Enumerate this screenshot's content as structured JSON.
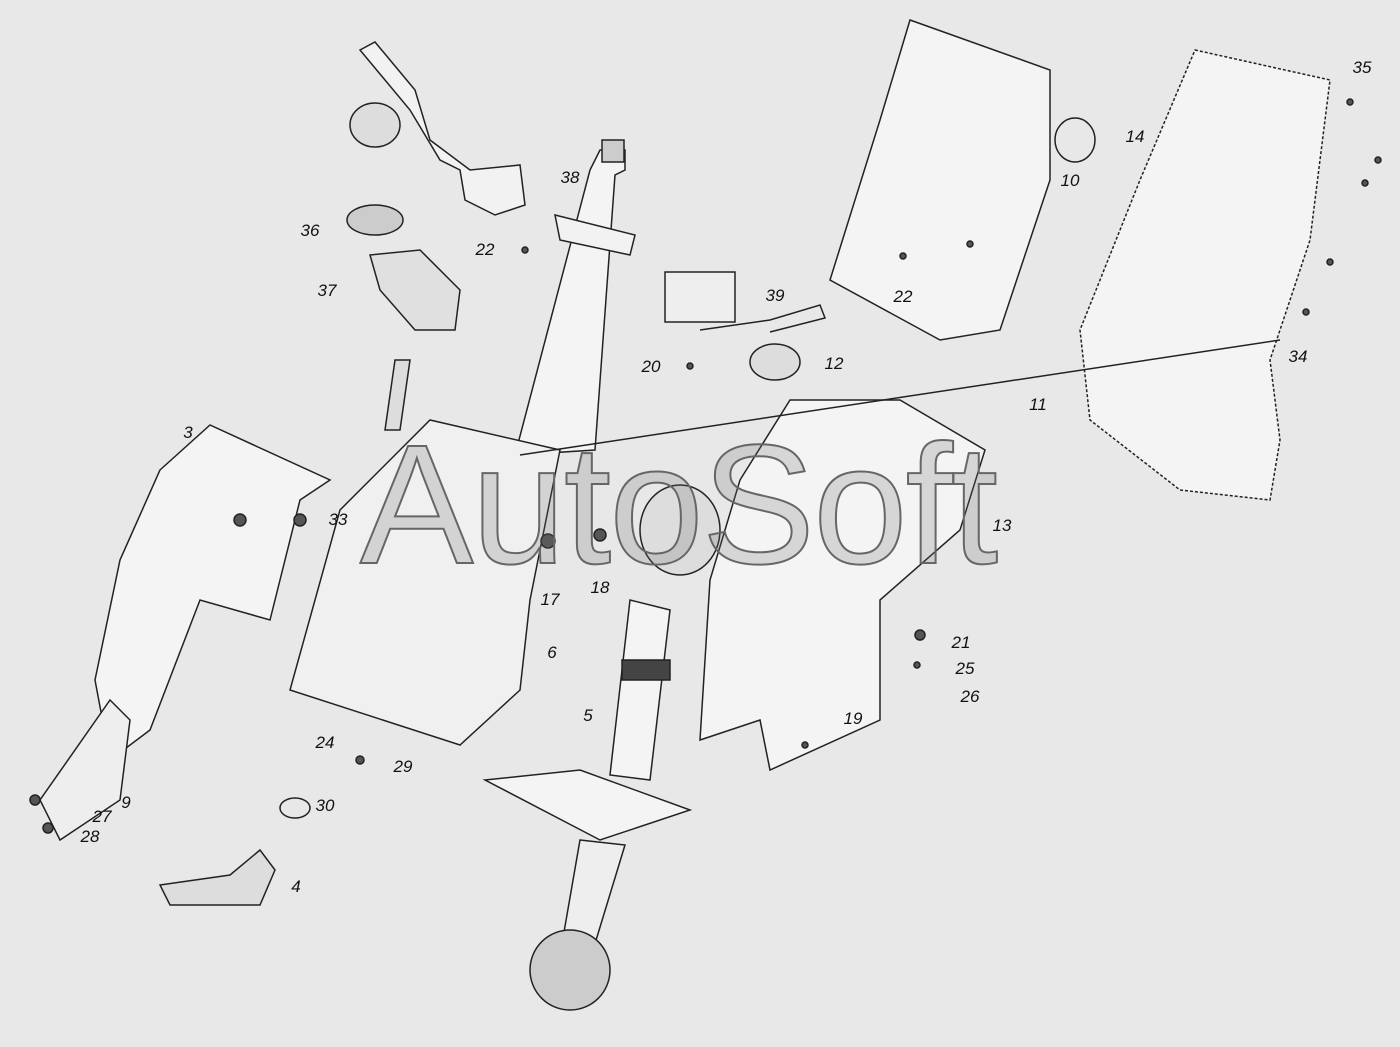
{
  "diagram": {
    "watermark": "AutoSoft",
    "part_labels": [
      "35",
      "14",
      "10",
      "38",
      "22",
      "22",
      "36",
      "37",
      "39",
      "20",
      "12",
      "34",
      "11",
      "3",
      "33",
      "13",
      "17",
      "18",
      "6",
      "21",
      "25",
      "26",
      "5",
      "19",
      "24",
      "29",
      "9",
      "27",
      "28",
      "30",
      "4"
    ]
  }
}
